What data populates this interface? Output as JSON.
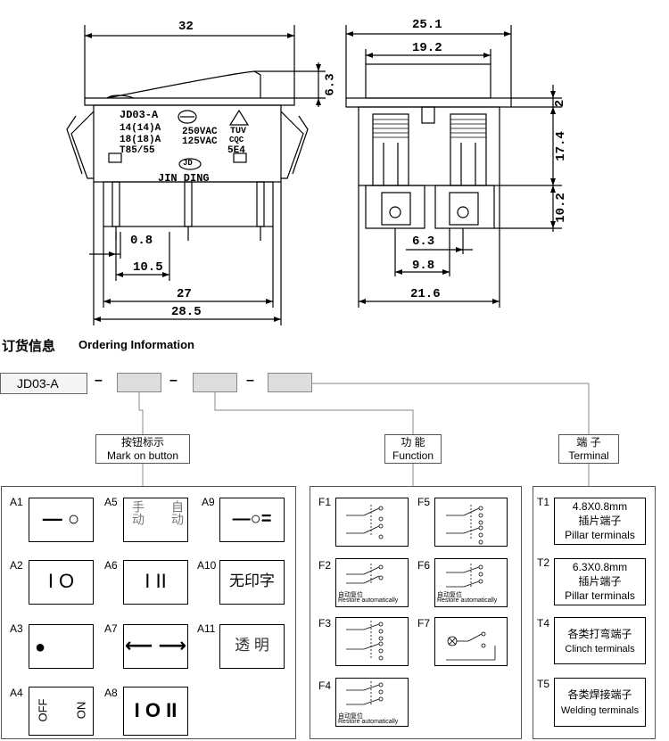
{
  "front_view": {
    "chip_lines": [
      "JD03-A",
      "14(14)A",
      "250VAC",
      "18(18)A",
      "125VAC",
      "T85/55",
      "5E4",
      "JIN DING"
    ],
    "marks": [
      "TUV",
      "CQC",
      "JD"
    ]
  },
  "dimensions": {
    "front_width_top": "32",
    "rocker_height": "6.3",
    "pin_width": "0.8",
    "pin_spacing": "10.5",
    "body_width": "27",
    "overall_width": "28.5",
    "side_width_top": "25.1",
    "side_rocker_width": "19.2",
    "side_top_thickness": "2",
    "side_body_height": "17.4",
    "side_terminal_height": "10.2",
    "side_terminal_spacing": "6.3",
    "side_terminal_outer": "9.8",
    "side_body_width": "21.6"
  },
  "ordering": {
    "title_cn": "订货信息",
    "title_en": "Ordering Information",
    "model": "JD03-A",
    "dash": "–",
    "categories": {
      "mark": {
        "cn": "按钮标示",
        "en": "Mark on button"
      },
      "function": {
        "cn": "功  能",
        "en": "Function"
      },
      "terminal": {
        "cn": "端  子",
        "en": "Terminal"
      }
    }
  },
  "marks": [
    {
      "code": "A1",
      "symbol": "—  ○"
    },
    {
      "code": "A2",
      "symbol": "I  O"
    },
    {
      "code": "A3",
      "symbol": "●"
    },
    {
      "code": "A4",
      "symbol_left": "OFF",
      "symbol_right": "ON"
    },
    {
      "code": "A5",
      "symbol_left": "手动",
      "symbol_right": "自动"
    },
    {
      "code": "A6",
      "symbol": "I  II"
    },
    {
      "code": "A7",
      "symbol": "⟵ ⟶"
    },
    {
      "code": "A8",
      "symbol": "I O II"
    },
    {
      "code": "A9",
      "symbol": "—○="
    },
    {
      "code": "A10",
      "symbol": "无印字"
    },
    {
      "code": "A11",
      "symbol": "透  明"
    }
  ],
  "functions": [
    {
      "code": "F1",
      "note": ""
    },
    {
      "code": "F2",
      "note_cn": "自动复位",
      "note_en": "Restore automatically"
    },
    {
      "code": "F3",
      "note": ""
    },
    {
      "code": "F4",
      "note_cn": "自动复位",
      "note_en": "Restore automatically"
    },
    {
      "code": "F5",
      "note": ""
    },
    {
      "code": "F6",
      "note_cn": "自动复位",
      "note_en": "Restore automatically"
    },
    {
      "code": "F7",
      "note": ""
    }
  ],
  "terminals": [
    {
      "code": "T1",
      "line1": "4.8X0.8mm",
      "line2": "插片端子",
      "line3": "Pillar terminals"
    },
    {
      "code": "T2",
      "line1": "6.3X0.8mm",
      "line2": "插片端子",
      "line3": "Pillar terminals"
    },
    {
      "code": "T4",
      "line1": "各类打弯端子",
      "line2": "Clinch terminals"
    },
    {
      "code": "T5",
      "line1": "各类焊接端子",
      "line2": "Welding terminals"
    }
  ]
}
